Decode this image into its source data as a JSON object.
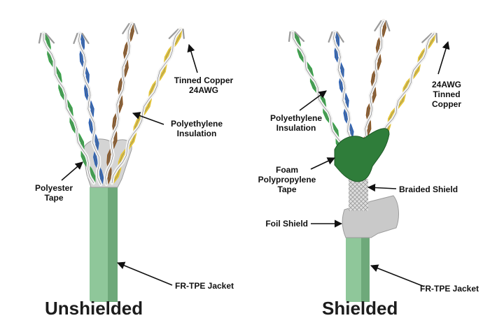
{
  "colors": {
    "jacket": "#8fc79a",
    "jacket_dark": "#6ea97a",
    "conductor": "#9a9a9a",
    "white_insulation": "#f2f2f2",
    "blue": "#2f63b4",
    "green": "#3aa34a",
    "brown": "#8a5a2b",
    "yellow": "#e3c43a",
    "foam_tape": "#2f7d3a",
    "foil": "#c9c9c9",
    "polyester_tape": "#d4d4d4",
    "braid": "#d8d8d8",
    "arrow": "#111111"
  },
  "unshielded": {
    "caption": "Unshielded",
    "labels": {
      "conductor": "Tinned Copper\n24AWG",
      "insulation": "Polyethylene\nInsulation",
      "tape": "Polyester\nTape",
      "jacket": "FR-TPE Jacket"
    }
  },
  "shielded": {
    "caption": "Shielded",
    "labels": {
      "conductor": "24AWG\nTinned\nCopper",
      "insulation": "Polyethylene\nInsulation",
      "foam_tape": "Foam\nPolypropylene\nTape",
      "braid": "Braided Shield",
      "foil": "Foil Shield",
      "jacket": "FR-TPE Jacket"
    }
  }
}
